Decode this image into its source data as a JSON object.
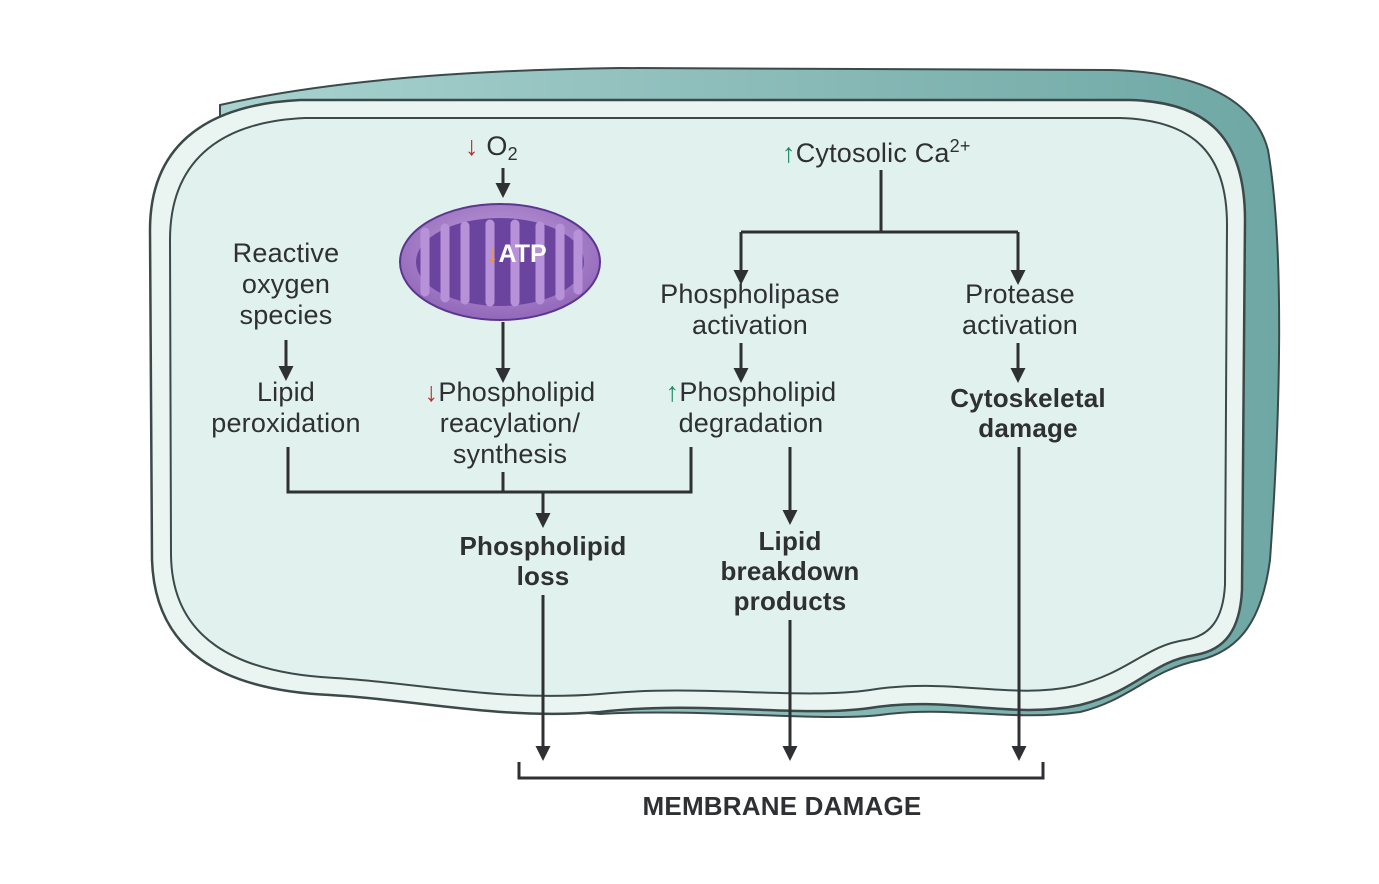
{
  "inputs": {
    "o2": {
      "indicator": "↓",
      "text": "O",
      "subscript": "2"
    },
    "calcium": {
      "indicator": "↑",
      "text": "Cytosolic Ca",
      "superscript": "2+"
    }
  },
  "mitochondrion": {
    "indicator": "↓",
    "label": "ATP"
  },
  "nodes": {
    "ros": [
      "Reactive",
      "oxygen",
      "species"
    ],
    "lipid_peroxidation": [
      "Lipid",
      "peroxidation"
    ],
    "phospholipid_reacylation": {
      "indicator": "↓",
      "lines": [
        "Phospholipid",
        "reacylation/",
        "synthesis"
      ]
    },
    "phospholipase_activation": [
      "Phospholipase",
      "activation"
    ],
    "phospholipid_degradation": {
      "indicator": "↑",
      "lines": [
        "Phospholipid",
        "degradation"
      ]
    },
    "protease_activation": [
      "Protease",
      "activation"
    ],
    "cytoskeletal_damage": [
      "Cytoskeletal",
      "damage"
    ],
    "phospholipid_loss": [
      "Phospholipid",
      "loss"
    ],
    "lipid_breakdown_products": [
      "Lipid",
      "breakdown",
      "products"
    ]
  },
  "outcome": "MEMBRANE DAMAGE",
  "colors": {
    "cell_fill": "#e6f3f0",
    "cell_shadow": "#7fb3b0",
    "cell_outline": "#3b4a49",
    "mito_outer": "#9a6fc0",
    "mito_inner": "#5b3690",
    "arrow": "#2f3033",
    "down_indicator": "#c0302c",
    "up_indicator": "#1c8a63",
    "atp_indicator": "#f2962a"
  }
}
